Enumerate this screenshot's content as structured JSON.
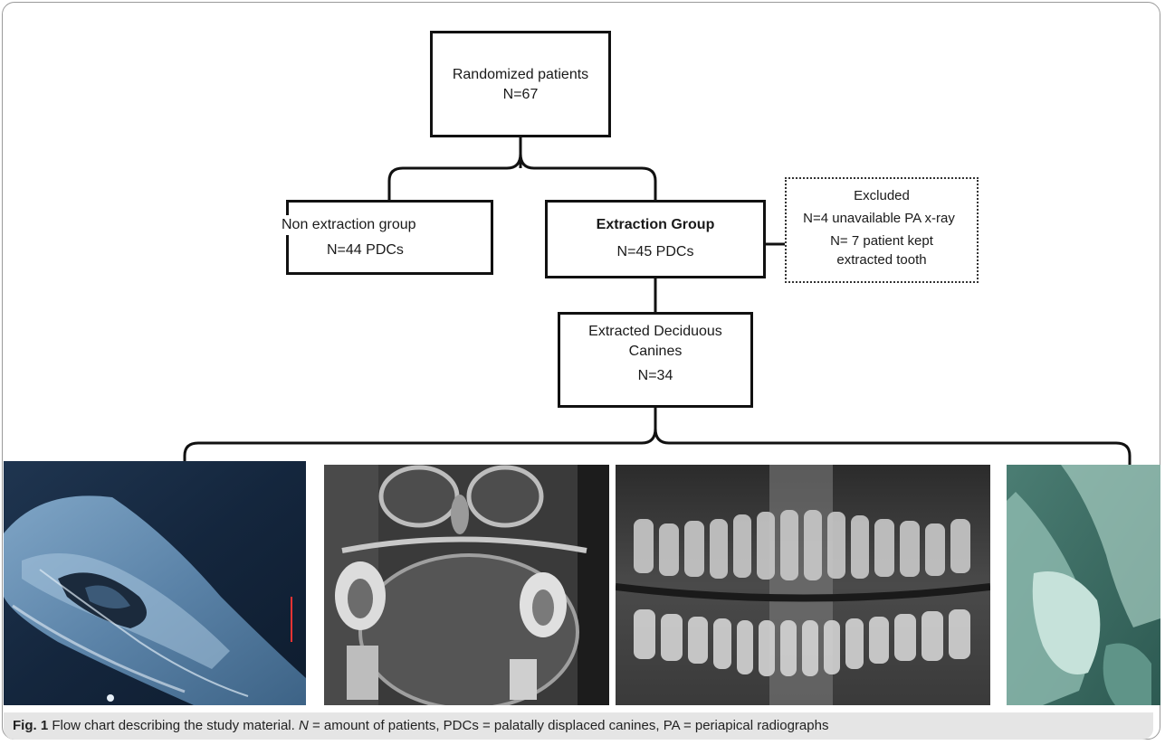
{
  "flowchart": {
    "randomized": {
      "line1": "Randomized patients",
      "line2": "N=67"
    },
    "non_extraction": {
      "line1": "Non extraction group",
      "line2": "N=44 PDCs"
    },
    "extraction": {
      "line1": "Extraction Group",
      "line2": "N=45 PDCs"
    },
    "excluded": {
      "line1": "Excluded",
      "line2": "N=4 unavailable PA x-ray",
      "line3": "N= 7 patient kept",
      "line4": "extracted tooth"
    },
    "extracted_deciduous": {
      "line1": "Extracted Deciduous",
      "line2": "Canines",
      "line3": "N=34"
    }
  },
  "caption": {
    "fig_label": "Fig. 1",
    "text_a": " Flow chart describing the study material. ",
    "n_symbol": "N",
    "text_b": " = amount of patients, PDCs = palatally displaced canines, PA = periapical radiographs"
  }
}
